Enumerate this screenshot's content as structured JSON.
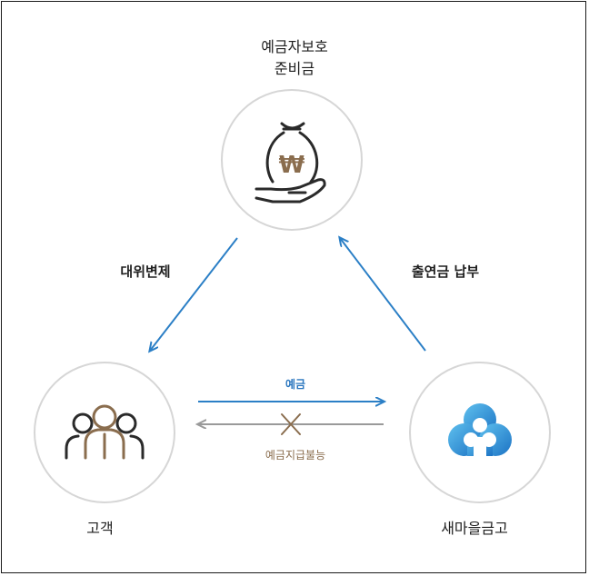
{
  "nodes": {
    "fund": {
      "label_line1": "예금자보호",
      "label_line2": "준비금",
      "icon": "money-bag-hand-icon"
    },
    "customer": {
      "label": "고객",
      "icon": "people-group-icon"
    },
    "bank": {
      "label": "새마을금고",
      "icon": "saemaul-logo-icon"
    }
  },
  "edges": {
    "fund_to_customer": "대위변제",
    "bank_to_fund": "출연금 납부",
    "customer_to_bank": "예금",
    "bank_to_customer": "예금지급불능"
  },
  "colors": {
    "blue_arrow": "#2b7fc6",
    "gray_arrow": "#9a9a9a",
    "brown_accent": "#8a6d4e",
    "circle_border": "#d6d6d6",
    "logo_blue": "#2a8fd6"
  }
}
